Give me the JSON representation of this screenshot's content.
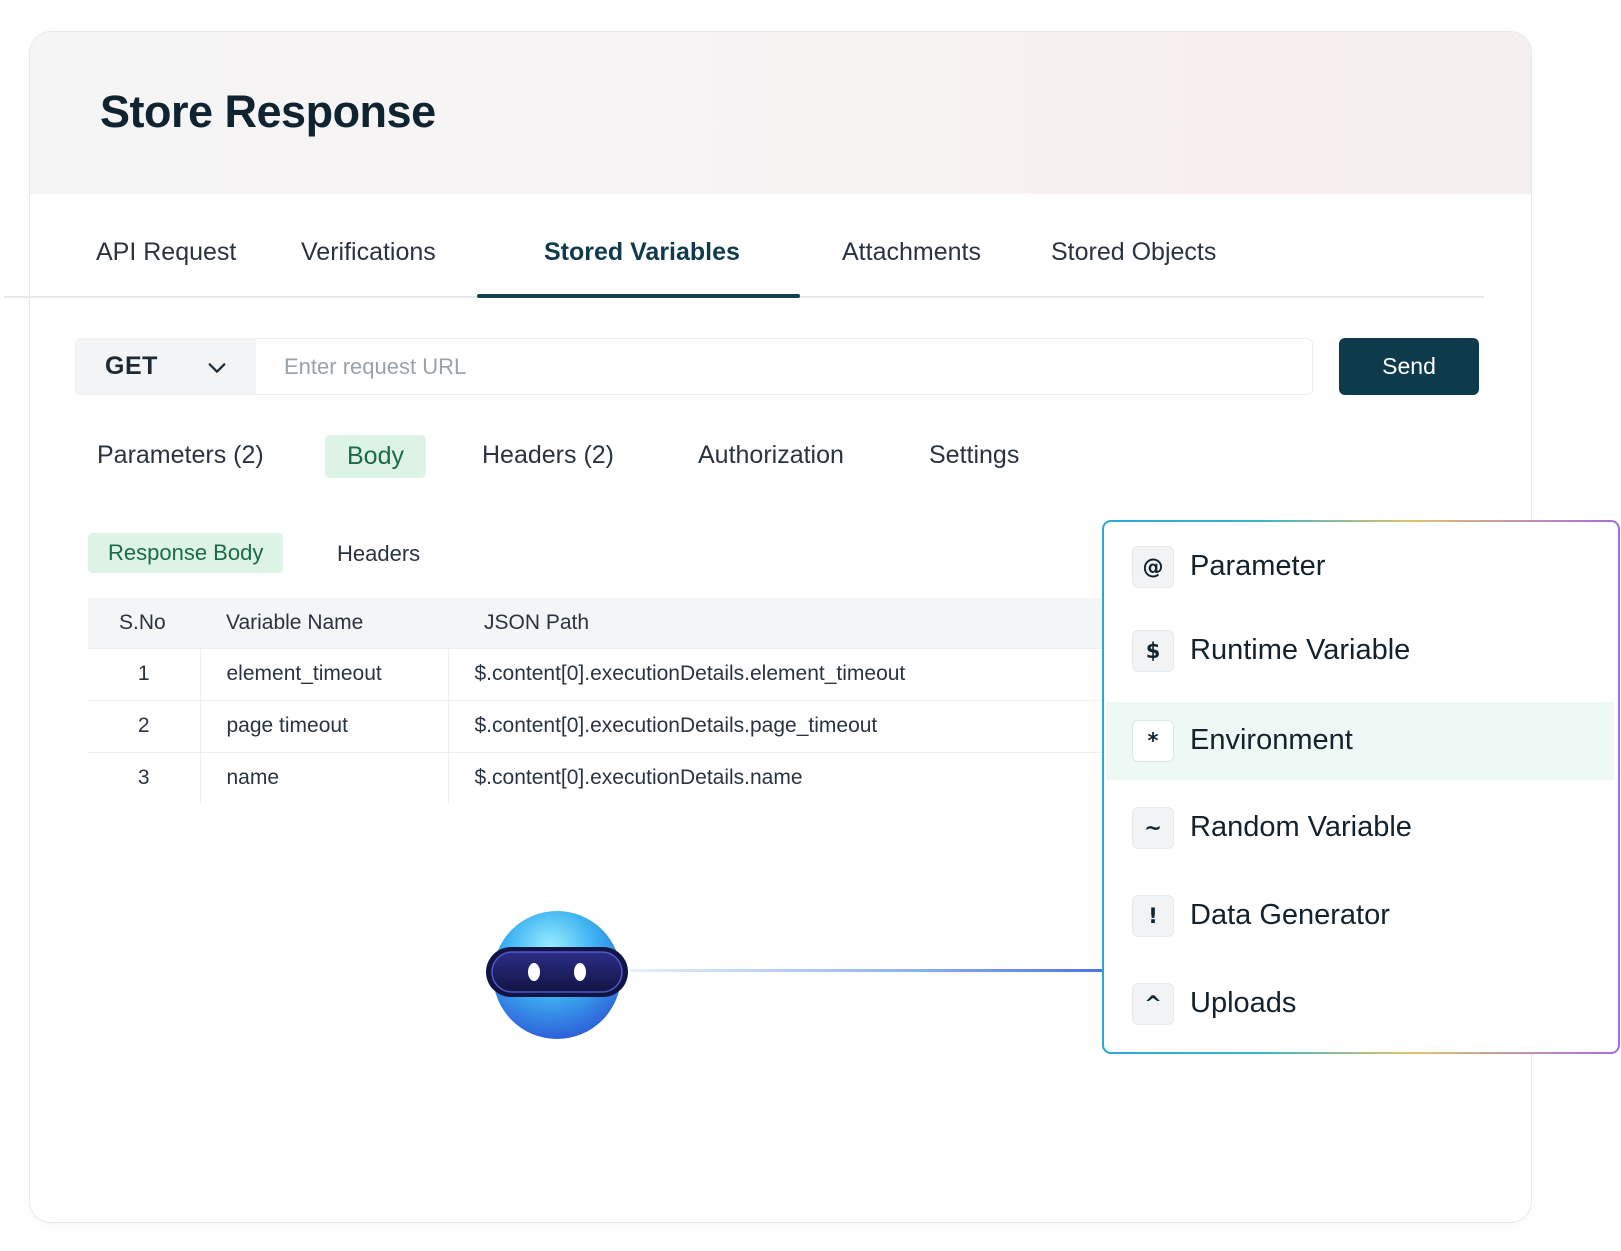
{
  "page_title": "Store Response",
  "tabs": [
    {
      "label": "API Request"
    },
    {
      "label": "Verifications"
    },
    {
      "label": "Stored Variables"
    },
    {
      "label": "Attachments"
    },
    {
      "label": "Stored Objects"
    }
  ],
  "request": {
    "method": "GET",
    "url_value": "",
    "url_placeholder": "Enter request URL",
    "send_label": "Send"
  },
  "subtabs": [
    {
      "label": "Parameters (2)"
    },
    {
      "label": "Body"
    },
    {
      "label": "Headers (2)"
    },
    {
      "label": "Authorization"
    },
    {
      "label": "Settings"
    }
  ],
  "response_tabs": [
    {
      "label": "Response Body"
    },
    {
      "label": "Headers"
    }
  ],
  "table": {
    "headers": [
      "S.No",
      "Variable Name",
      "JSON Path"
    ],
    "rows": [
      [
        "1",
        "element_timeout",
        "$.content[0].executionDetails.element_timeout"
      ],
      [
        "2",
        "page timeout",
        "$.content[0].executionDetails.page_timeout"
      ],
      [
        "3",
        "name",
        "$.content[0].executionDetails.name"
      ]
    ]
  },
  "dropdown": {
    "items": [
      {
        "symbol": "@",
        "label": "Parameter"
      },
      {
        "symbol": "$",
        "label": "Runtime Variable"
      },
      {
        "symbol": "*",
        "label": "Environment"
      },
      {
        "symbol": "~",
        "label": "Random Variable"
      },
      {
        "symbol": "!",
        "label": "Data Generator"
      },
      {
        "symbol": "^",
        "label": "Uploads"
      }
    ]
  },
  "colors": {
    "accent": "#0e3b4c",
    "pill_bg": "#dcf3e6",
    "pill_text": "#1b6b45"
  }
}
